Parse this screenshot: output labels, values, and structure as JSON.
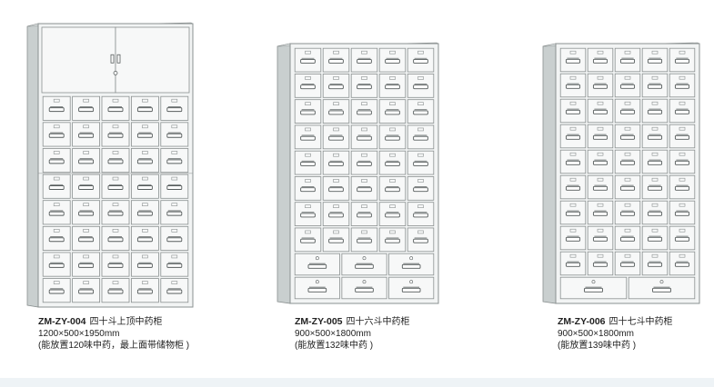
{
  "products": [
    {
      "model": "ZM-ZY-004",
      "name": "四十斗上顶中药柜",
      "dimensions": "1200×500×1950mm",
      "note": "(能放置120味中药，最上面带储物柜 )",
      "cabinet": {
        "columns": 5,
        "small_drawer_rows": 8,
        "has_top_doors": true,
        "large_drawer_rows": []
      }
    },
    {
      "model": "ZM-ZY-005",
      "name": "四十六斗中药柜",
      "dimensions": "900×500×1800mm",
      "note": "(能放置132味中药 )",
      "cabinet": {
        "columns": 5,
        "small_drawer_rows": 8,
        "has_top_doors": false,
        "large_drawer_rows": [
          3,
          3
        ]
      }
    },
    {
      "model": "ZM-ZY-006",
      "name": "四十七斗中药柜",
      "dimensions": "900×500×1800mm",
      "note": "(能放置139味中药 )",
      "cabinet": {
        "columns": 5,
        "small_drawer_rows": 9,
        "has_top_doors": false,
        "large_drawer_rows": [
          2
        ]
      }
    }
  ],
  "colors": {
    "cabinet_face": "#f2f4f4",
    "cabinet_side": "#c9cfcf",
    "cabinet_top": "#dde2e2",
    "drawer_face": "#f7f8f8",
    "outline": "#8a9090",
    "handle": "#555b5b"
  }
}
